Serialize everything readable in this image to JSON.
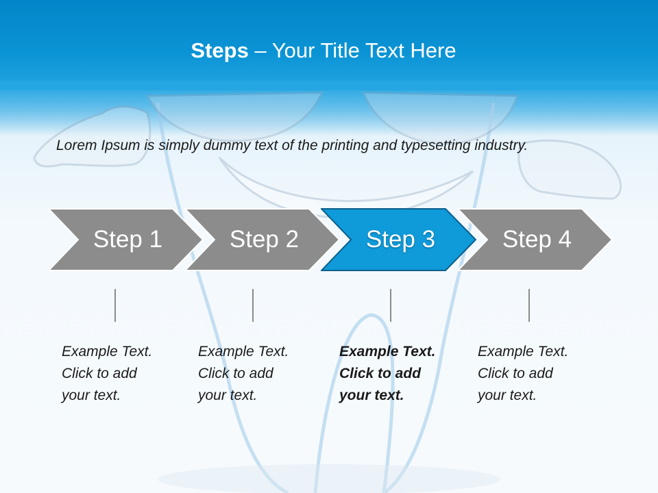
{
  "title": {
    "bold": "Steps",
    "rest": " – Your Title Text Here"
  },
  "intro_text": "Lorem Ipsum is simply dummy text of the printing and typesetting industry.",
  "steps": [
    {
      "label": "Step 1",
      "text": "Example Text.\nClick  to add\nyour text.",
      "active": false
    },
    {
      "label": "Step 2",
      "text": "Example Text.\nClick  to add\nyour text.",
      "active": false
    },
    {
      "label": "Step 3",
      "text": "Example Text.\nClick  to add\nyour text.",
      "active": true
    },
    {
      "label": "Step 4",
      "text": "Example Text.\nClick  to add\nyour text.",
      "active": false
    }
  ],
  "colors": {
    "title_band": "#0a8fd0",
    "chevron_inactive": "#8c8c8c",
    "chevron_active": "#0f9ad9",
    "connector": "#8a8a8a"
  }
}
